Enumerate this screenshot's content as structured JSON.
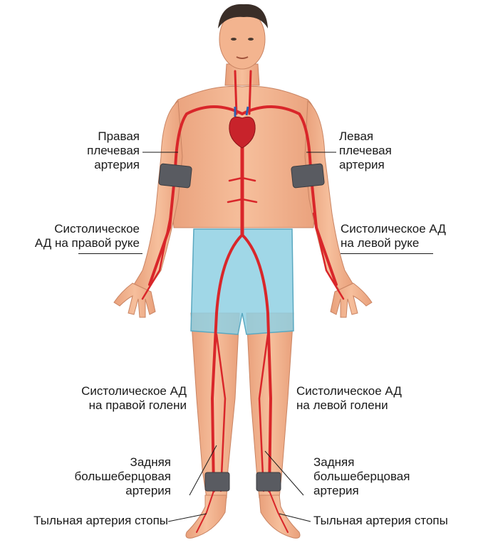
{
  "labels": {
    "right_brachial": [
      "Правая",
      "плечевая",
      "артерия"
    ],
    "left_brachial": [
      "Левая",
      "плечевая",
      "артерия"
    ],
    "sbp_right_arm": [
      "Систолическое",
      "АД на правой руке"
    ],
    "sbp_left_arm": [
      "Систолическое АД",
      "на левой руке"
    ],
    "sbp_right_leg": [
      "Систолическое АД",
      "на правой голени"
    ],
    "sbp_left_leg": [
      "Систолическое АД",
      "на левой голени"
    ],
    "posterior_tibial_right": [
      "Задняя",
      "большеберцовая",
      "артерия"
    ],
    "posterior_tibial_left": [
      "Задняя",
      "большеберцовая",
      "артерия"
    ],
    "dorsalis_pedis_right": "Тыльная артерия стопы",
    "dorsalis_pedis_left": "Тыльная артерия стопы"
  },
  "colors": {
    "skin": "#f3b48f",
    "skin_shade": "#e39a75",
    "artery": "#d9262a",
    "shorts": "#8fd0e3",
    "cuff": "#595b61",
    "hair": "#3a2e28",
    "heart": "#c8232b",
    "vein_blue": "#2f5fb0"
  }
}
